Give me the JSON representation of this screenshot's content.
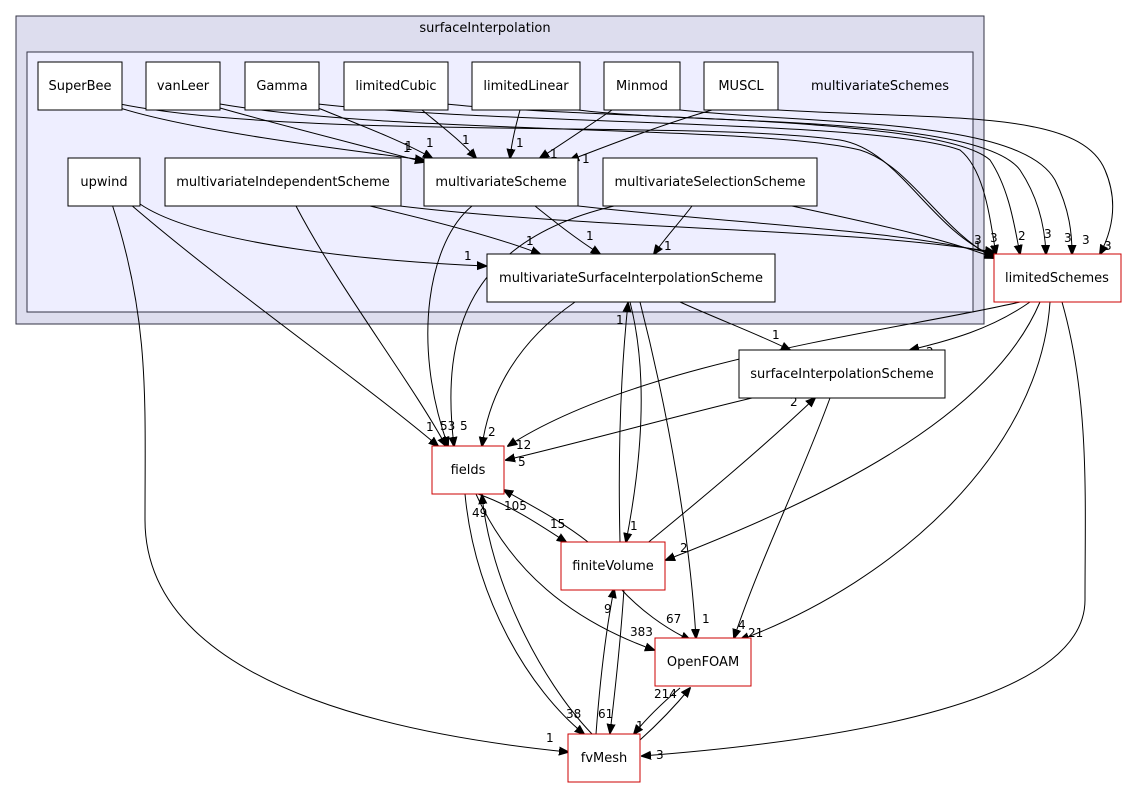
{
  "clusters": {
    "outer_title": "surfaceInterpolation",
    "inner_title": "multivariateSchemes"
  },
  "nodes": {
    "superbee": "SuperBee",
    "vanleer": "vanLeer",
    "gamma": "Gamma",
    "limitedcubic": "limitedCubic",
    "limitedlinear": "limitedLinear",
    "minmod": "Minmod",
    "muscl": "MUSCL",
    "upwind": "upwind",
    "mv_independent": "multivariateIndependentScheme",
    "mv_scheme": "multivariateScheme",
    "mv_selection": "multivariateSelectionScheme",
    "mv_surface": "multivariateSurfaceInterpolationScheme",
    "limitedschemes": "limitedSchemes",
    "surface_scheme": "surfaceInterpolationScheme",
    "fields": "fields",
    "finitevolume": "finiteVolume",
    "openfoam": "OpenFOAM",
    "fvmesh": "fvMesh"
  },
  "edge_labels": {
    "superbee_mvscheme": "1",
    "vanleer_mvscheme": "1",
    "gamma_mvscheme": "1",
    "limitedcubic_mvscheme": "1",
    "limitedlinear_mvscheme": "1",
    "minmod_mvscheme": "1",
    "muscl_mvscheme": "1",
    "ls_stack_a": "3",
    "ls_stack_b": "1",
    "ls_3a": "3",
    "ls_2": "2",
    "ls_3b": "3",
    "ls_3c": "3",
    "ls_3d": "3",
    "ls_3e": "3",
    "upwind_mvsurface": "1",
    "mvindependent_mvsurface": "1",
    "mvscheme_mvsurface": "1",
    "mvselection_mvsurface": "1",
    "fv_mvsurface": "1",
    "mvsurface_sis": "1",
    "ls_sis": "2",
    "fv_sis": "2",
    "upwind_fields": "1",
    "fields_53": "53",
    "fields_5a": "5",
    "fields_2": "2",
    "fields_12": "12",
    "fields_5b": "5",
    "fields_49": "49",
    "fields_105": "105",
    "fields_fv": "15",
    "mvsurface_fv": "1",
    "ls_fv": "2",
    "fields_of": "383",
    "fv_of": "67",
    "mvsurface_of": "1",
    "sis_of": "4",
    "ls_of": "21",
    "fvmesh_fv": "9",
    "fvmesh_of": "214",
    "fields_fvmesh": "38",
    "fv_fvmesh": "61",
    "of_fvmesh": "1",
    "upwind_fvmesh": "1",
    "ls_fvmesh": "3"
  },
  "colors": {
    "outer_cluster_fill": "#ddddee",
    "outer_cluster_stroke": "#333344",
    "inner_cluster_fill": "#eeeeff",
    "inner_cluster_stroke": "#333344",
    "external_node_stroke": "#cc0000"
  }
}
